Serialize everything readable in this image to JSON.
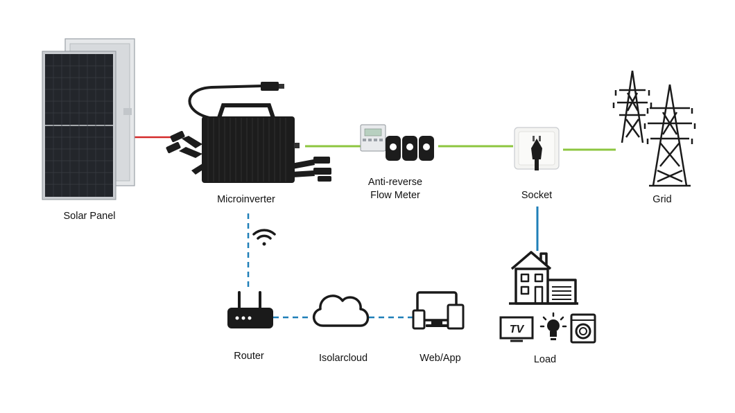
{
  "labels": {
    "solar_panel": "Solar Panel",
    "microinverter": "Microinverter",
    "meter_line1": "Anti-reverse",
    "meter_line2": "Flow Meter",
    "socket": "Socket",
    "grid": "Grid",
    "router": "Router",
    "cloud": "Isolarcloud",
    "webapp": "Web/App",
    "load": "Load",
    "tv_text": "TV"
  },
  "colors": {
    "dc_line": "#d42a2a",
    "ac_line": "#8cc63f",
    "comm_line": "#1f7fb8",
    "icon": "#1a1a1a",
    "device_body": "#1c1c1c"
  },
  "icons": [
    "solar-panel-image",
    "microinverter-image",
    "flow-meter-image",
    "socket-image",
    "transmission-tower-icon",
    "wifi-icon",
    "router-icon",
    "cloud-icon",
    "devices-icon",
    "house-icon",
    "tv-icon",
    "light-bulb-icon",
    "washing-machine-icon"
  ]
}
